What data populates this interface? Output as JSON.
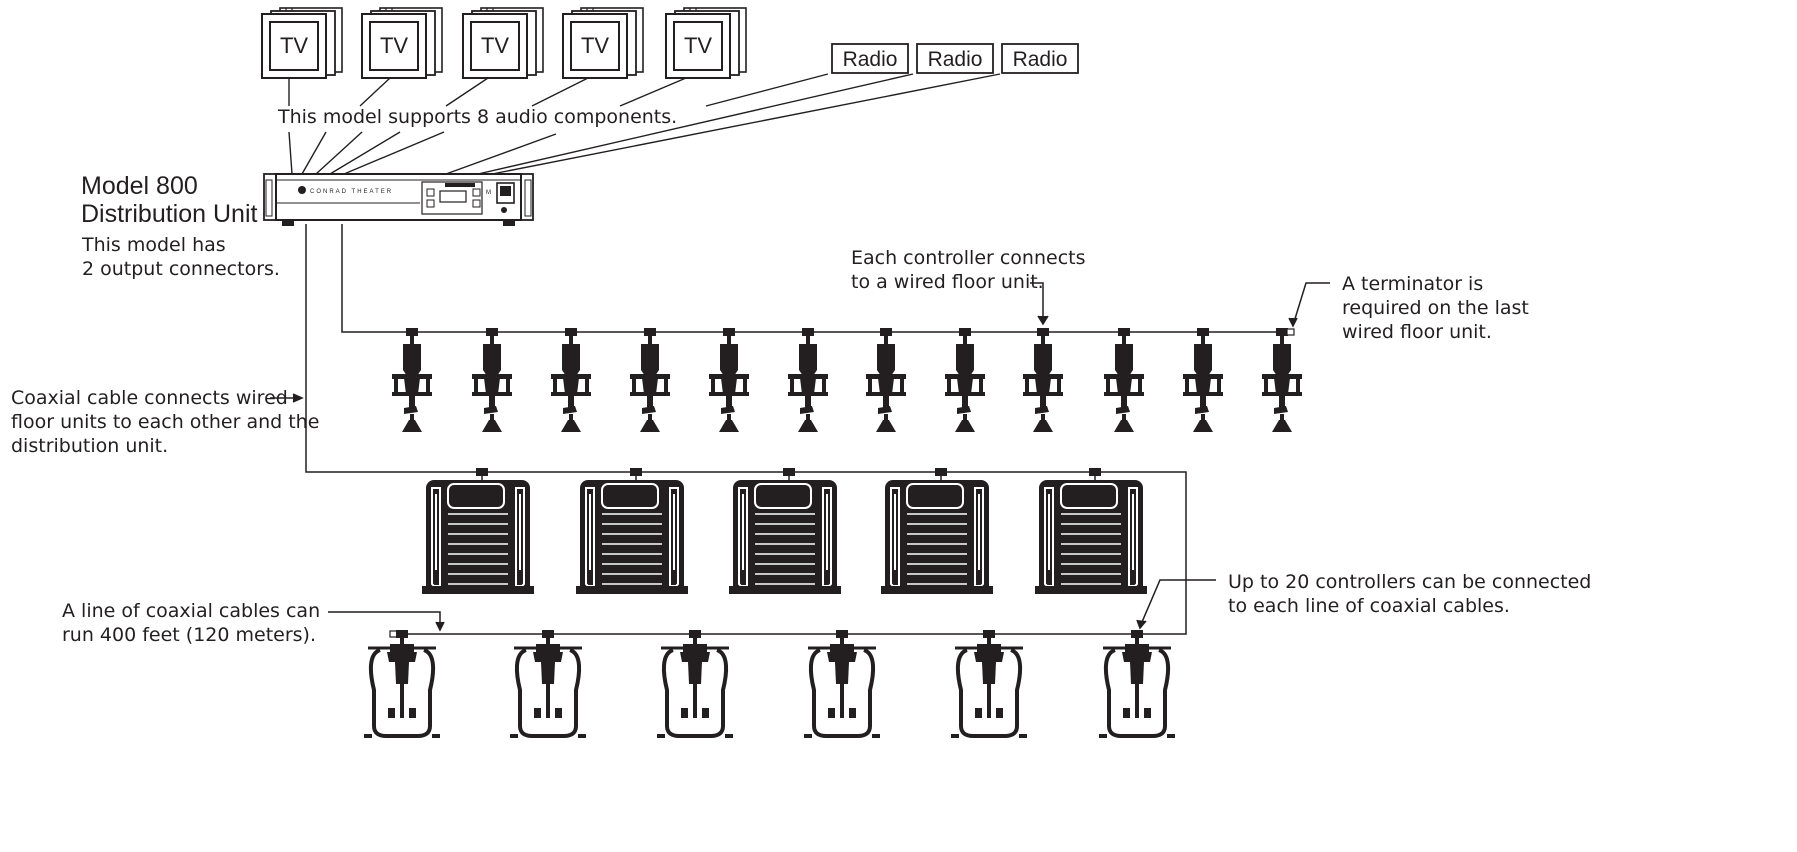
{
  "devices": {
    "tv_label": "TV",
    "radio_label": "Radio",
    "unit_brand": "CONRAD THEATER",
    "unit_button": "M"
  },
  "labels": {
    "audio_support": "This model supports 8 audio components.",
    "model_line1": "Model 800",
    "model_line2": "Distribution Unit",
    "outputs_line1": "This model has",
    "outputs_line2": "2 output connectors.",
    "controller_line1": "Each controller connects",
    "controller_line2": "to a wired floor unit.",
    "terminator_line1": "A terminator is",
    "terminator_line2": "required on the last",
    "terminator_line3": "wired floor unit.",
    "coax_line1": "Coaxial cable connects wired",
    "coax_line2": "floor units to each other and the",
    "coax_line3": "distribution unit.",
    "run_line1": "A line of coaxial cables can",
    "run_line2": "run 400 feet (120 meters).",
    "upto_line1": "Up to 20 controllers can be connected",
    "upto_line2": "to each line of coaxial cables."
  },
  "colors": {
    "ink": "#231f20",
    "background": "#ffffff"
  }
}
